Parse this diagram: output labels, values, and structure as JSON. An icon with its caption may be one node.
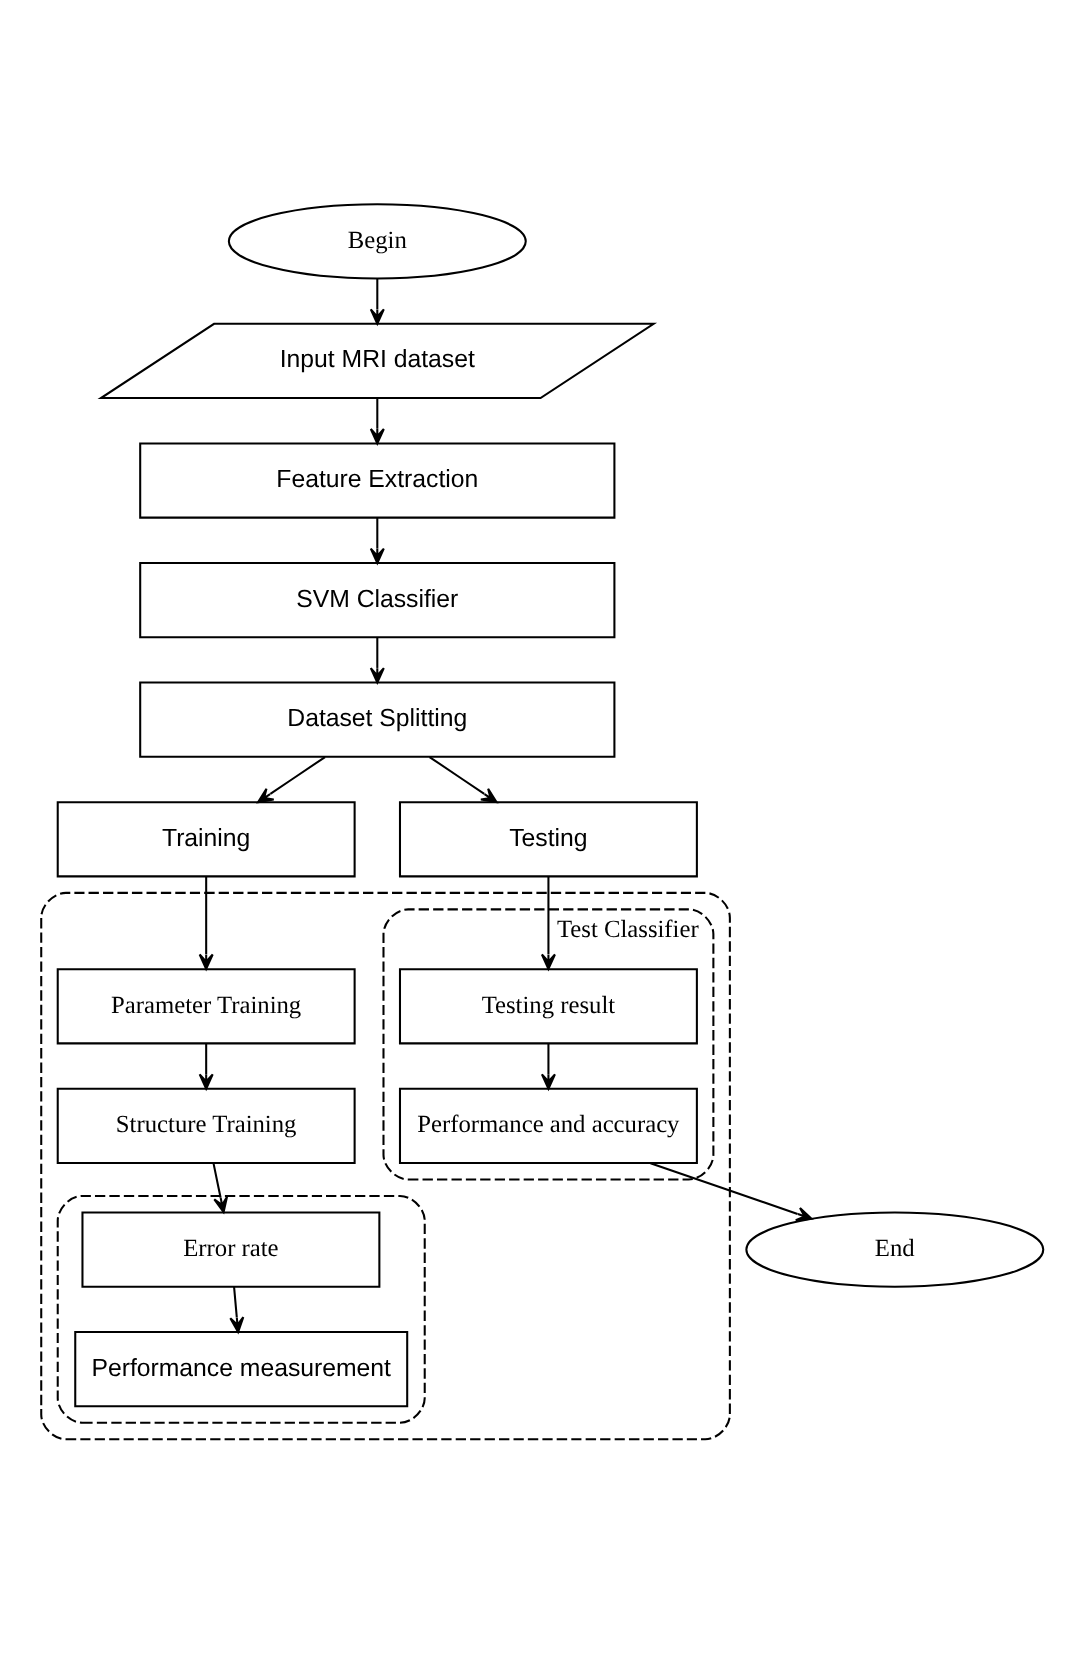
{
  "diagram": {
    "nodes": [
      {
        "text": [
          "Begin"
        ]
      },
      {
        "text": [
          "Input MRI dataset"
        ]
      },
      {
        "text": [
          "Feature Extraction"
        ]
      },
      {
        "text": [
          "SVM Classifier"
        ]
      },
      {
        "text": [
          "Dataset Splitting"
        ]
      },
      {
        "text": [
          "Training"
        ]
      },
      {
        "text": [
          "Testing"
        ]
      },
      {
        "text": [],
        "shape": "box"
      },
      {
        "text": [
          "Parameter Training"
        ],
        "in": 7
      },
      {
        "text": [
          "Structure Training"
        ],
        "in": 7
      },
      {
        "text": [],
        "shape": "box",
        "in": 7
      },
      {
        "text": [
          "Error rate"
        ],
        "in": 10
      },
      {
        "text": [
          "Performance measurement"
        ],
        "in": 10
      },
      {
        "text": [
          "Test Classifier"
        ],
        "in": 7
      },
      {
        "text": [
          "Testing result"
        ],
        "in": 13
      },
      {
        "text": [
          "Performance and accuracy"
        ],
        "in": 13
      },
      {
        "text": [
          "End"
        ]
      }
    ],
    "edges": [
      {
        "from": 0,
        "to": 1,
        "arrow": "to"
      },
      {
        "from": 1,
        "to": 2,
        "arrow": "to"
      },
      {
        "from": 2,
        "to": 3,
        "arrow": "to"
      },
      {
        "from": 3,
        "to": 4,
        "arrow": "to"
      },
      {
        "from": 4,
        "to": 5,
        "arrow": "to"
      },
      {
        "from": 4,
        "to": 6,
        "arrow": "to"
      },
      {
        "from": 5,
        "to": 8,
        "arrow": "to"
      },
      {
        "from": 8,
        "to": 9,
        "arrow": "to"
      },
      {
        "from": 9,
        "to": 11,
        "arrow": "to"
      },
      {
        "from": 11,
        "to": 12,
        "arrow": "to"
      },
      {
        "from": 6,
        "to": 14,
        "arrow": "to"
      },
      {
        "from": 14,
        "to": 15,
        "arrow": "to"
      },
      {
        "from": 15,
        "to": 16,
        "arrow": "to"
      }
    ]
  }
}
